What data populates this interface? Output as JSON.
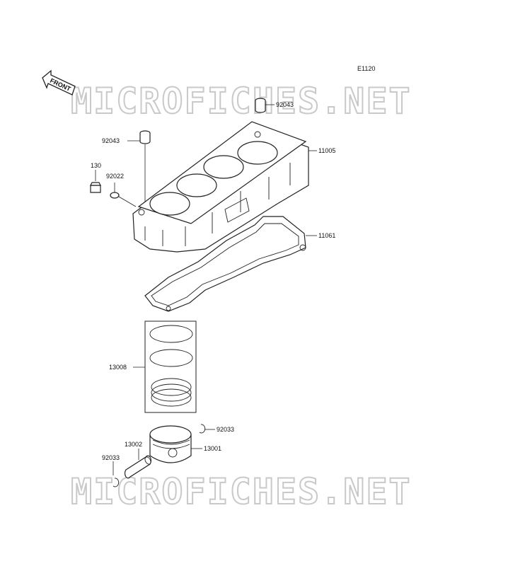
{
  "diagram_code": "E1120",
  "front_label": "FRONT",
  "watermark": "MICROFICHES.NET",
  "parts": {
    "dowel_top": "92043",
    "dowel_left": "92043",
    "cylinder_block": "11005",
    "bolt": "130",
    "washer": "92022",
    "gasket": "11061",
    "ring_set": "13008",
    "circlip_right": "92033",
    "piston_pin": "13002",
    "piston": "13001",
    "circlip_left": "92033"
  }
}
